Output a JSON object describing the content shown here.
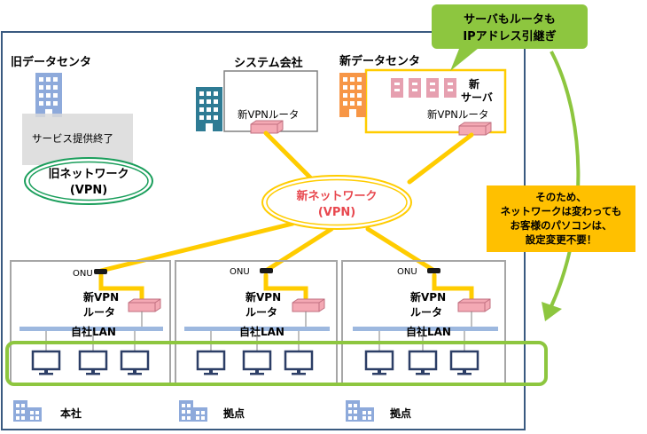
{
  "old_dc": {
    "label": "旧データセンタ",
    "service_end": "サービス提供終了",
    "network_line1": "旧ネットワーク",
    "network_line2": "(VPN)"
  },
  "system_company": {
    "label": "システム会社",
    "router_label": "新VPNルータ"
  },
  "new_dc": {
    "label": "新データセンタ",
    "server_line1": "新",
    "server_line2": "サーバ",
    "router_label": "新VPNルータ"
  },
  "callout_top": {
    "line1": "サーバもルータも",
    "line2": "IPアドレス引継ぎ"
  },
  "new_network": {
    "line1": "新ネットワーク",
    "line2": "(VPN)"
  },
  "callout_right": {
    "line1": "そのため、",
    "line2": "ネットワークは変わっても",
    "line3": "お客様のパソコンは、",
    "line4": "設定変更不要！"
  },
  "sites": [
    {
      "onu": "ONU",
      "router_line1": "新VPN",
      "router_line2": "ルータ",
      "lan": "自社LAN",
      "name": "本社"
    },
    {
      "onu": "ONU",
      "router_line1": "新VPN",
      "router_line2": "ルータ",
      "lan": "自社LAN",
      "name": "拠点"
    },
    {
      "onu": "ONU",
      "router_line1": "新VPN",
      "router_line2": "ルータ",
      "lan": "自社LAN",
      "name": "拠点"
    }
  ],
  "colors": {
    "frame": "#3a5a80",
    "yellow": "#ffcc00",
    "green": "#8dc63f",
    "router": "#f4a9b4",
    "lan": "#9db8df",
    "building_blue": "#8eaadb",
    "building_teal": "#2e7b94",
    "building_orange": "#f79646",
    "server_pink": "#e6a0b0",
    "new_net_text": "#e8484f"
  }
}
